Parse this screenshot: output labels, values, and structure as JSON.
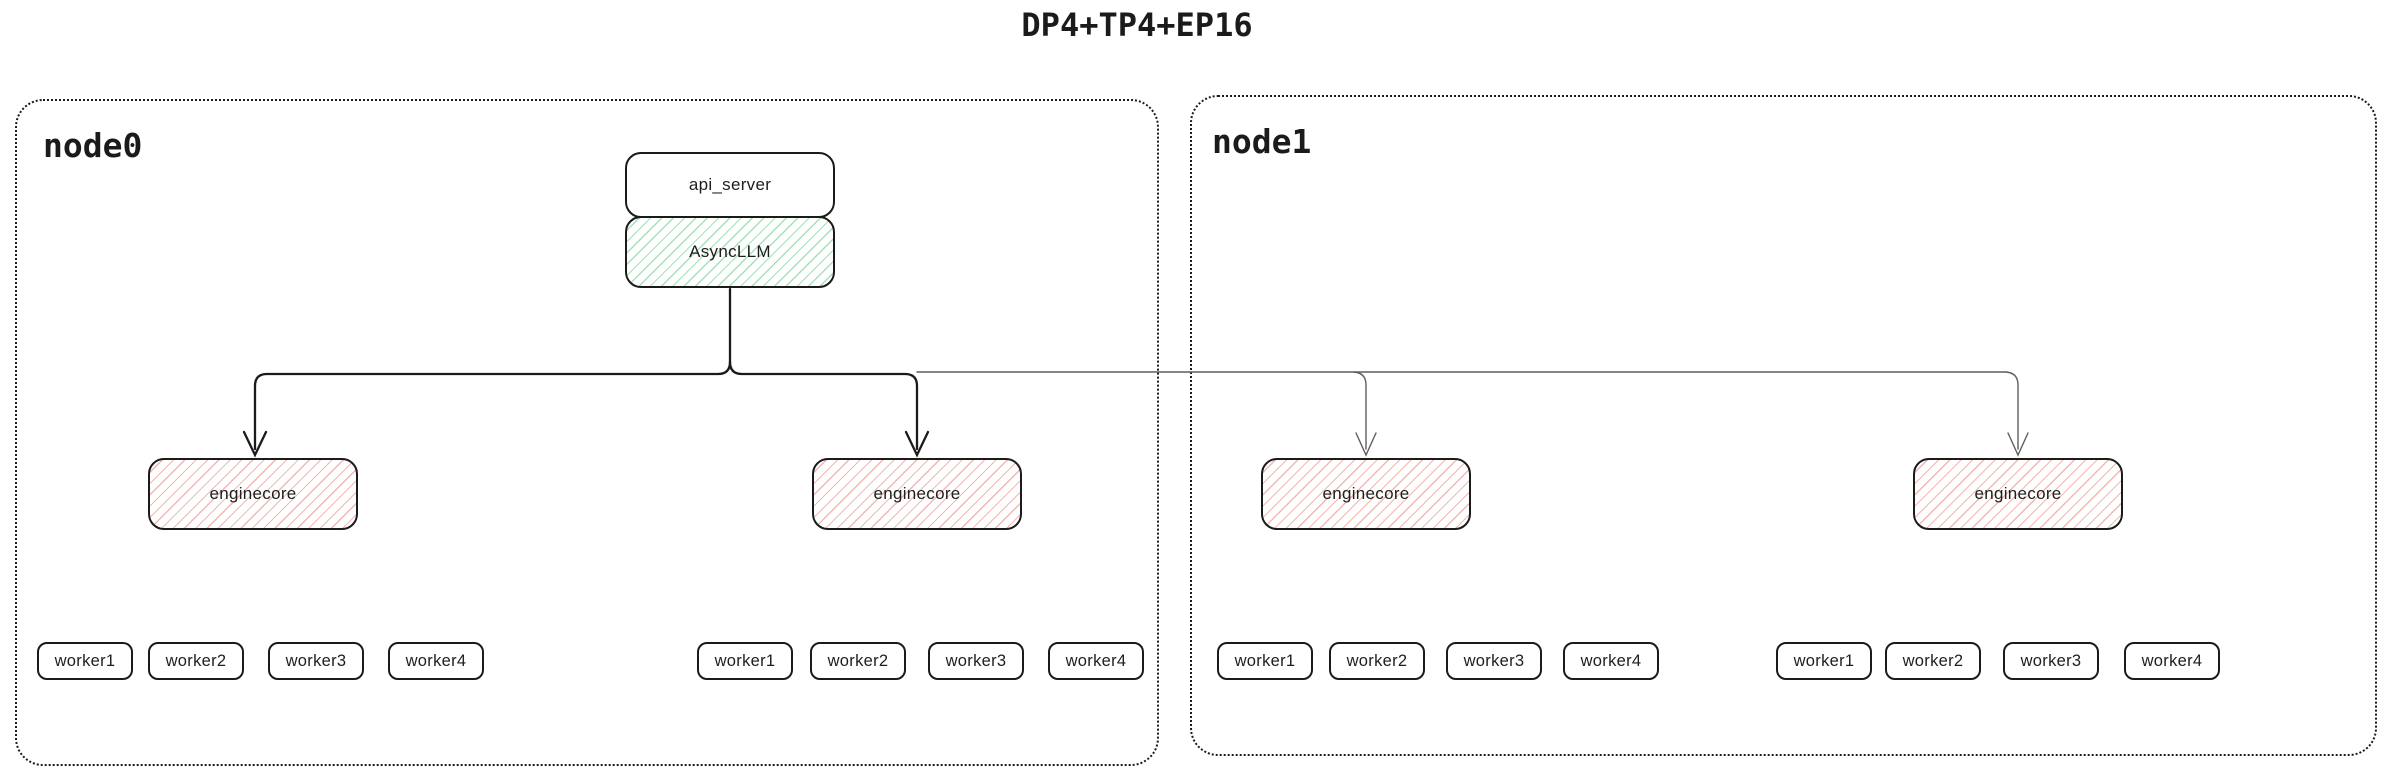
{
  "title": "DP4+TP4+EP16",
  "colors": {
    "ink": "#1b1b1b",
    "thin-line": "#5f5f5f",
    "hatch-green": "#a5e3b6",
    "hatch-red": "#f3b9b0",
    "text": "#1e1e1e",
    "bg": "#ffffff"
  },
  "nodes": [
    {
      "label": "node0",
      "api_server_label": "api_server",
      "asyncllm_label": "AsyncLLM",
      "enginecores": [
        {
          "label": "enginecore",
          "workers": [
            "worker1",
            "worker2",
            "worker3",
            "worker4"
          ]
        },
        {
          "label": "enginecore",
          "workers": [
            "worker1",
            "worker2",
            "worker3",
            "worker4"
          ]
        }
      ]
    },
    {
      "label": "node1",
      "enginecores": [
        {
          "label": "enginecore",
          "workers": [
            "worker1",
            "worker2",
            "worker3",
            "worker4"
          ]
        },
        {
          "label": "enginecore",
          "workers": [
            "worker1",
            "worker2",
            "worker3",
            "worker4"
          ]
        }
      ]
    }
  ]
}
